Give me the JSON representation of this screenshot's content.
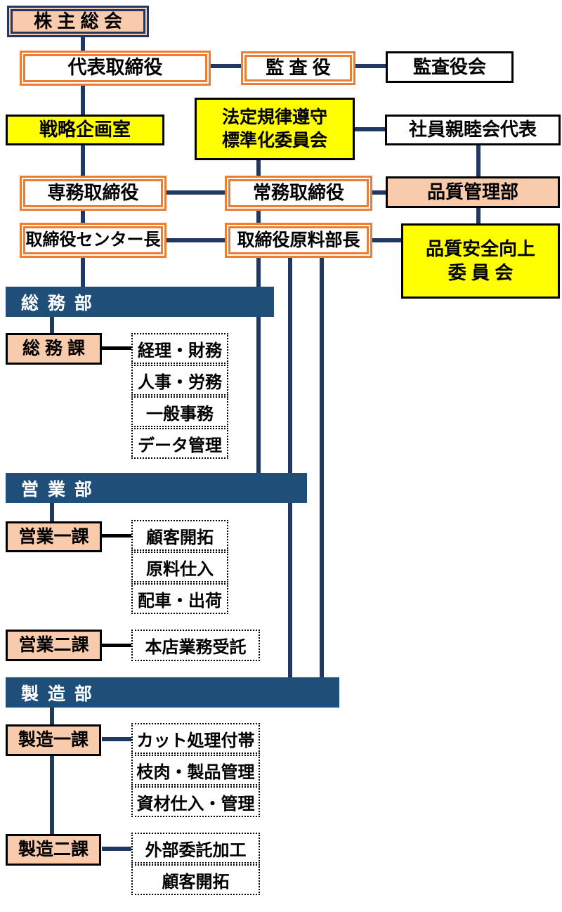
{
  "diagram_type": "organization-chart",
  "nodes": {
    "shareholders_meeting": "株 主 総 会",
    "representative_director": "代表取締役",
    "auditor": "監 査 役",
    "board_of_auditors": "監査役会",
    "strategic_planning_office": "戦略企画室",
    "compliance_committee_line1": "法定規律遵守",
    "compliance_committee_line2": "標準化委員会",
    "employee_association_rep": "社員親睦会代表",
    "senior_managing_director": "専務取締役",
    "managing_director": "常務取締役",
    "quality_control_dept": "品質管理部",
    "director_center_manager": "取締役センター長",
    "director_raw_materials_manager": "取締役原料部長",
    "quality_safety_committee_line1": "品質安全向上",
    "quality_safety_committee_line2": "委 員 会",
    "general_affairs_dept": "総 務 部",
    "general_affairs_section": "総 務 課",
    "sales_dept": "営 業 部",
    "sales_section_1": "営業一課",
    "sales_section_2": "営業二課",
    "manufacturing_dept": "製 造 部",
    "manufacturing_section_1": "製造一課",
    "manufacturing_section_2": "製造二課"
  },
  "duties": {
    "general_affairs": [
      "経理・財務",
      "人事・労務",
      "一般事務",
      "データ管理"
    ],
    "sales_1": [
      "顧客開拓",
      "原料仕入",
      "配車・出荷"
    ],
    "sales_2": [
      "本店業務受託"
    ],
    "manufacturing_1": [
      "カット処理付帯",
      "枝肉・製品管理",
      "資材仕入・管理"
    ],
    "manufacturing_2": [
      "外部委託加工",
      "顧客開拓"
    ]
  },
  "colors": {
    "peach_fill": "#F8CBAD",
    "yellow_fill": "#FFFF00",
    "navy_line": "#1F3864",
    "department_bar_fill": "#1F4E79",
    "orange_border": "#ED7D31",
    "black_border": "#000000"
  }
}
